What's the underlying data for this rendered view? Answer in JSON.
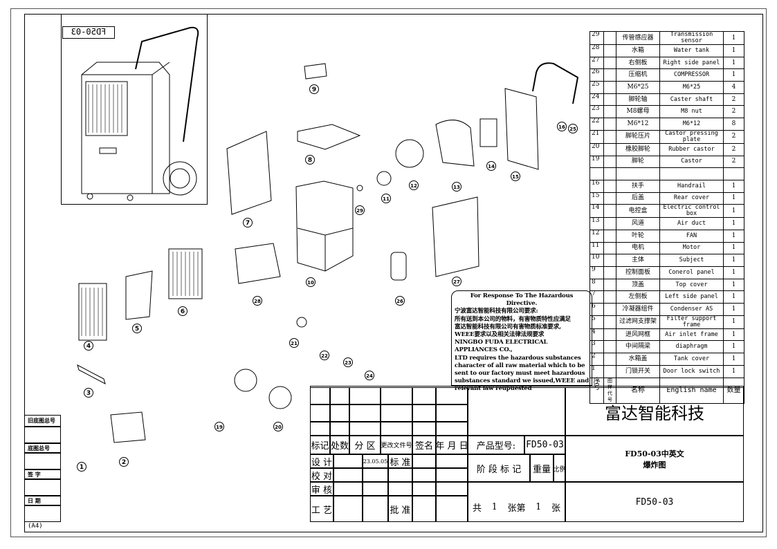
{
  "inset_label": "FD50-03",
  "parts_header": {
    "no": "序号",
    "drawing_no": "图样代号",
    "cn": "名称",
    "en": "English name",
    "qty": "数量"
  },
  "parts": [
    {
      "no": "29",
      "cn": "传管感应器",
      "en": "Transmission sensor",
      "qty": "1"
    },
    {
      "no": "28",
      "cn": "水箱",
      "en": "Water tank",
      "qty": "1"
    },
    {
      "no": "27",
      "cn": "右侧板",
      "en": "Right side panel",
      "qty": "1"
    },
    {
      "no": "26",
      "cn": "压缩机",
      "en": "COMPRESSOR",
      "qty": "1"
    },
    {
      "no": "25",
      "cn": "M6*25",
      "en": "M6*25",
      "qty": "4"
    },
    {
      "no": "24",
      "cn": "脚轮轴",
      "en": "Caster shaft",
      "qty": "2"
    },
    {
      "no": "23",
      "cn": "M8螺母",
      "en": "M8  nut",
      "qty": "2"
    },
    {
      "no": "22",
      "cn": "M6*12",
      "en": "M6*12",
      "qty": "8"
    },
    {
      "no": "21",
      "cn": "脚轮压片",
      "en": "Castor pressing plate",
      "qty": "2"
    },
    {
      "no": "20",
      "cn": "橡胶脚轮",
      "en": "Rubber castor",
      "qty": "2"
    },
    {
      "no": "19",
      "cn": "脚轮",
      "en": "Castor",
      "qty": "2"
    },
    {
      "no": "",
      "cn": "",
      "en": "",
      "qty": ""
    },
    {
      "no": "16",
      "cn": "扶手",
      "en": "Handrail",
      "qty": "1"
    },
    {
      "no": "15",
      "cn": "后盖",
      "en": "Rear cover",
      "qty": "1"
    },
    {
      "no": "14",
      "cn": "电控盒",
      "en": "Electric control box",
      "qty": "1"
    },
    {
      "no": "13",
      "cn": "风道",
      "en": "Air duct",
      "qty": "1"
    },
    {
      "no": "12",
      "cn": "叶轮",
      "en": "FAN",
      "qty": "1"
    },
    {
      "no": "11",
      "cn": "电机",
      "en": "Motor",
      "qty": "1"
    },
    {
      "no": "10",
      "cn": "主体",
      "en": "Subject",
      "qty": "1"
    },
    {
      "no": "9",
      "cn": "控制面板",
      "en": "Conerol panel",
      "qty": "1"
    },
    {
      "no": "8",
      "cn": "顶盖",
      "en": "Top cover",
      "qty": "1"
    },
    {
      "no": "7",
      "cn": "左侧板",
      "en": "Left side panel",
      "qty": "1"
    },
    {
      "no": "6",
      "cn": "冷凝器组件",
      "en": "Condenser AS",
      "qty": "1"
    },
    {
      "no": "5",
      "cn": "过滤网支撑架",
      "en": "Filter support frame",
      "qty": "1"
    },
    {
      "no": "4",
      "cn": "进风网框",
      "en": "Air inlet frame",
      "qty": "1"
    },
    {
      "no": "3",
      "cn": "中间隔梁",
      "en": "diaphragm",
      "qty": "1"
    },
    {
      "no": "2",
      "cn": "水箱盖",
      "en": "Tank cover",
      "qty": "1"
    },
    {
      "no": "1",
      "cn": "门锁开关",
      "en": "Door lock switch",
      "qty": "1"
    }
  ],
  "notice": {
    "title": "For Response To The Hazardous Directive.",
    "lines": [
      "宁波富达智能科技有限公司要求:",
      "所有送到本公司的物料，有害物质特性应满足",
      "富达智能科技有限公司有害物质标准要求,",
      "WEEE要求以及相关法律法规要求",
      "NINGBO FUDA ELECTRICAL APPLIANCES CO.,",
      "LTD requires the hazardous substances",
      "character of all raw material which to be",
      "sent to our factory must meet hazardous",
      "substances standard we issued,WEEE and",
      "relevant law reupuested"
    ]
  },
  "title_block": {
    "company": "富达智能科技",
    "mark": "标记",
    "count": "处数",
    "zone": "分  区",
    "change_doc": "更改文件号",
    "sign": "签名",
    "date": "年 月 日",
    "design": "设 计",
    "design_date": "23.05.05",
    "standard": "标 准",
    "check": "校 对",
    "review": "审 核",
    "process": "工 艺",
    "approve": "批 准",
    "model_label": "产品型号:",
    "model": "FD50-03",
    "stage": "阶 段 标 记",
    "weight": "重量",
    "scale": "比例",
    "sheets_total_label": "共",
    "sheets_total": "1",
    "sheet_label": "张第",
    "sheet_no": "1",
    "sheet_unit": "张",
    "drawing_title_1": "FD50-03中英文",
    "drawing_title_2": "爆炸图",
    "drawing_no": "FD50-03"
  },
  "margin": {
    "old_base": "旧底图总号",
    "base": "底图总号",
    "sign": "签  字",
    "date": "日  期",
    "size": "(A4)"
  },
  "balloons": [
    "1",
    "2",
    "3",
    "4",
    "5",
    "6",
    "7",
    "8",
    "9",
    "10",
    "11",
    "12",
    "13",
    "14",
    "15",
    "16",
    "19",
    "20",
    "21",
    "22",
    "23",
    "24",
    "25",
    "26",
    "27",
    "28",
    "29"
  ]
}
